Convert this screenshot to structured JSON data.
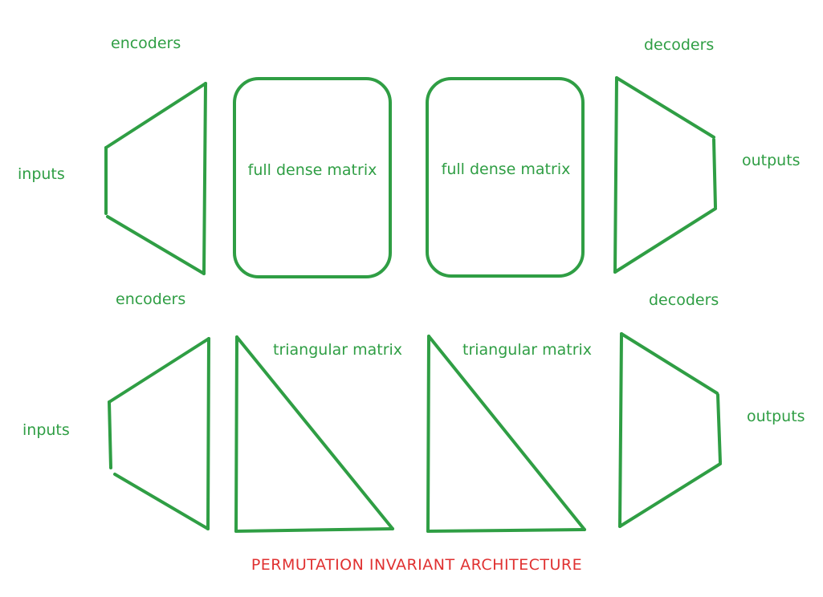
{
  "colors": {
    "stroke": "#2f9e44",
    "label": "#2f9e44",
    "caption": "#e03131",
    "background": "#ffffff"
  },
  "top_row": {
    "encoders_label": "encoders",
    "inputs_label": "inputs",
    "matrix_1_label": "full dense matrix",
    "matrix_2_label": "full dense matrix",
    "decoders_label": "decoders",
    "outputs_label": "outputs"
  },
  "bottom_row": {
    "encoders_label": "encoders",
    "inputs_label": "inputs",
    "matrix_1_label": "triangular matrix",
    "matrix_2_label": "triangular matrix",
    "decoders_label": "decoders",
    "outputs_label": "outputs"
  },
  "caption": "PERMUTATION INVARIANT ARCHITECTURE"
}
